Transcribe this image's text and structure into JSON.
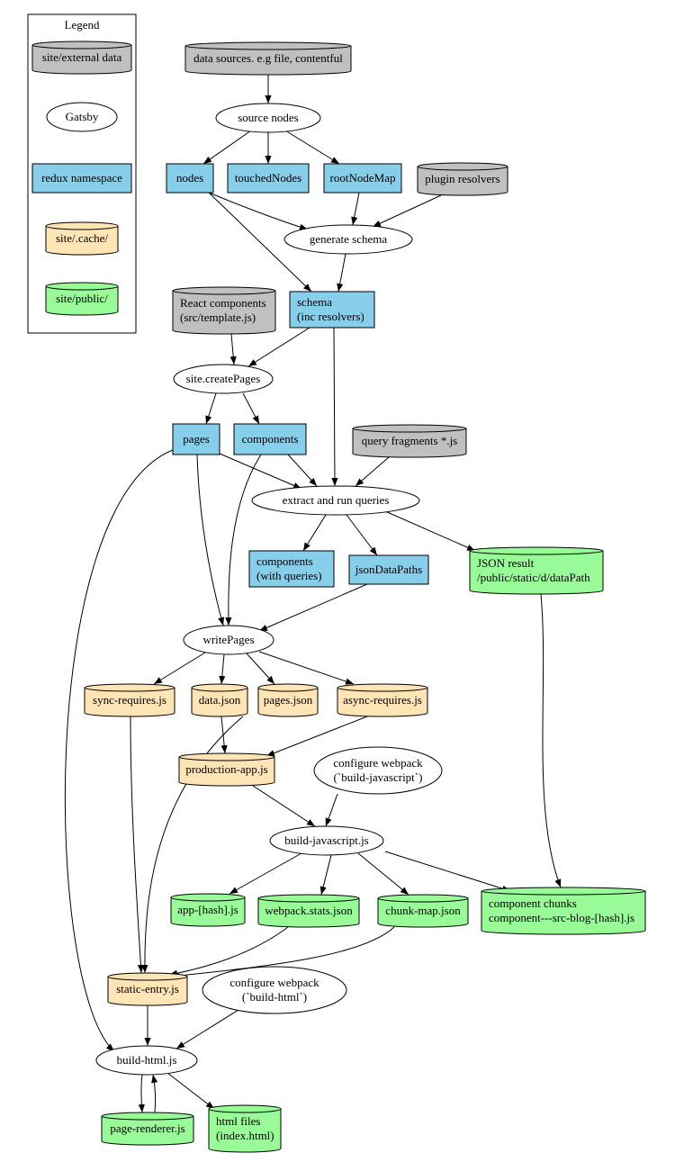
{
  "legend": {
    "title": "Legend",
    "items": [
      {
        "id": "leg-external",
        "kind": "cylinder",
        "fill": "#c0c0c0",
        "lines": [
          "site/external data"
        ]
      },
      {
        "id": "leg-gatsby",
        "kind": "ellipse",
        "fill": "#ffffff",
        "lines": [
          "Gatsby"
        ]
      },
      {
        "id": "leg-redux",
        "kind": "rect",
        "fill": "#87ceeb",
        "lines": [
          "redux namespace"
        ]
      },
      {
        "id": "leg-cache",
        "kind": "cylinder",
        "fill": "#ffe4b5",
        "lines": [
          "site/.cache/"
        ]
      },
      {
        "id": "leg-public",
        "kind": "cylinder",
        "fill": "#98fb98",
        "lines": [
          "site/public/"
        ]
      }
    ]
  },
  "colors": {
    "external": "#c0c0c0",
    "gatsby": "#ffffff",
    "redux": "#87ceeb",
    "cache": "#ffe4b5",
    "public": "#98fb98",
    "stroke": "#000000"
  },
  "nodes": [
    {
      "id": "data-sources",
      "kind": "cylinder",
      "category": "external",
      "lines": [
        "data sources. e.g file, contentful"
      ]
    },
    {
      "id": "source-nodes",
      "kind": "ellipse",
      "category": "gatsby",
      "lines": [
        "source nodes"
      ]
    },
    {
      "id": "nodes",
      "kind": "rect",
      "category": "redux",
      "lines": [
        "nodes"
      ]
    },
    {
      "id": "touched-nodes",
      "kind": "rect",
      "category": "redux",
      "lines": [
        "touchedNodes"
      ]
    },
    {
      "id": "root-node-map",
      "kind": "rect",
      "category": "redux",
      "lines": [
        "rootNodeMap"
      ]
    },
    {
      "id": "plugin-resolvers",
      "kind": "cylinder",
      "category": "external",
      "lines": [
        "plugin resolvers"
      ]
    },
    {
      "id": "generate-schema",
      "kind": "ellipse",
      "category": "gatsby",
      "lines": [
        "generate schema"
      ]
    },
    {
      "id": "react-components",
      "kind": "cylinder",
      "category": "external",
      "lines": [
        "React components",
        "(src/template.js)"
      ]
    },
    {
      "id": "schema",
      "kind": "rect",
      "category": "redux",
      "lines": [
        "schema",
        "(inc resolvers)"
      ]
    },
    {
      "id": "create-pages",
      "kind": "ellipse",
      "category": "gatsby",
      "lines": [
        "site.createPages"
      ]
    },
    {
      "id": "pages",
      "kind": "rect",
      "category": "redux",
      "lines": [
        "pages"
      ]
    },
    {
      "id": "components",
      "kind": "rect",
      "category": "redux",
      "lines": [
        "components"
      ]
    },
    {
      "id": "query-fragments",
      "kind": "cylinder",
      "category": "external",
      "lines": [
        "query fragments *.js"
      ]
    },
    {
      "id": "extract-queries",
      "kind": "ellipse",
      "category": "gatsby",
      "lines": [
        "extract and run queries"
      ]
    },
    {
      "id": "components-with-queries",
      "kind": "rect",
      "category": "redux",
      "lines": [
        "components",
        "(with queries)"
      ]
    },
    {
      "id": "json-data-paths",
      "kind": "rect",
      "category": "redux",
      "lines": [
        "jsonDataPaths"
      ]
    },
    {
      "id": "json-result",
      "kind": "cylinder",
      "category": "public",
      "lines": [
        "JSON result",
        "/public/static/d/dataPath"
      ]
    },
    {
      "id": "write-pages",
      "kind": "ellipse",
      "category": "gatsby",
      "lines": [
        "writePages"
      ]
    },
    {
      "id": "sync-requires",
      "kind": "cylinder",
      "category": "cache",
      "lines": [
        "sync-requires.js"
      ]
    },
    {
      "id": "data-json",
      "kind": "cylinder",
      "category": "cache",
      "lines": [
        "data.json"
      ]
    },
    {
      "id": "pages-json",
      "kind": "cylinder",
      "category": "cache",
      "lines": [
        "pages.json"
      ]
    },
    {
      "id": "async-requires",
      "kind": "cylinder",
      "category": "cache",
      "lines": [
        "async-requires.js"
      ]
    },
    {
      "id": "production-app",
      "kind": "cylinder",
      "category": "cache",
      "lines": [
        "production-app.js"
      ]
    },
    {
      "id": "configure-webpack-js",
      "kind": "ellipse",
      "category": "gatsby",
      "lines": [
        "configure webpack",
        "(`build-javascript`)"
      ]
    },
    {
      "id": "build-javascript",
      "kind": "ellipse",
      "category": "gatsby",
      "lines": [
        "build-javascript.js"
      ]
    },
    {
      "id": "app-hash",
      "kind": "cylinder",
      "category": "public",
      "lines": [
        "app-[hash].js"
      ]
    },
    {
      "id": "webpack-stats",
      "kind": "cylinder",
      "category": "public",
      "lines": [
        "webpack.stats.json"
      ]
    },
    {
      "id": "chunk-map",
      "kind": "cylinder",
      "category": "public",
      "lines": [
        "chunk-map.json"
      ]
    },
    {
      "id": "component-chunks",
      "kind": "cylinder",
      "category": "public",
      "lines": [
        "component chunks",
        "component---src-blog-[hash].js"
      ]
    },
    {
      "id": "static-entry",
      "kind": "cylinder",
      "category": "cache",
      "lines": [
        "static-entry.js"
      ]
    },
    {
      "id": "configure-webpack-html",
      "kind": "ellipse",
      "category": "gatsby",
      "lines": [
        "configure webpack",
        "(`build-html`)"
      ]
    },
    {
      "id": "build-html",
      "kind": "ellipse",
      "category": "gatsby",
      "lines": [
        "build-html.js"
      ]
    },
    {
      "id": "page-renderer",
      "kind": "cylinder",
      "category": "public",
      "lines": [
        "page-renderer.js"
      ]
    },
    {
      "id": "html-files",
      "kind": "cylinder",
      "category": "public",
      "lines": [
        "html files",
        "(index.html)"
      ]
    }
  ],
  "edges": [
    {
      "from": "data-sources",
      "to": "source-nodes"
    },
    {
      "from": "source-nodes",
      "to": "nodes"
    },
    {
      "from": "source-nodes",
      "to": "touched-nodes"
    },
    {
      "from": "source-nodes",
      "to": "root-node-map"
    },
    {
      "from": "nodes",
      "to": "generate-schema"
    },
    {
      "from": "nodes",
      "to": "schema"
    },
    {
      "from": "root-node-map",
      "to": "generate-schema"
    },
    {
      "from": "plugin-resolvers",
      "to": "generate-schema"
    },
    {
      "from": "generate-schema",
      "to": "schema"
    },
    {
      "from": "react-components",
      "to": "create-pages"
    },
    {
      "from": "schema",
      "to": "create-pages"
    },
    {
      "from": "schema",
      "to": "extract-queries"
    },
    {
      "from": "create-pages",
      "to": "pages"
    },
    {
      "from": "create-pages",
      "to": "components"
    },
    {
      "from": "pages",
      "to": "extract-queries"
    },
    {
      "from": "pages",
      "to": "write-pages"
    },
    {
      "from": "pages",
      "to": "build-html"
    },
    {
      "from": "components",
      "to": "extract-queries"
    },
    {
      "from": "components",
      "to": "write-pages"
    },
    {
      "from": "query-fragments",
      "to": "extract-queries"
    },
    {
      "from": "extract-queries",
      "to": "components-with-queries"
    },
    {
      "from": "extract-queries",
      "to": "json-data-paths"
    },
    {
      "from": "extract-queries",
      "to": "json-result"
    },
    {
      "from": "json-data-paths",
      "to": "write-pages"
    },
    {
      "from": "json-result",
      "to": "component-chunks"
    },
    {
      "from": "write-pages",
      "to": "sync-requires"
    },
    {
      "from": "write-pages",
      "to": "data-json"
    },
    {
      "from": "write-pages",
      "to": "pages-json"
    },
    {
      "from": "write-pages",
      "to": "async-requires"
    },
    {
      "from": "data-json",
      "to": "production-app"
    },
    {
      "from": "data-json",
      "to": "static-entry"
    },
    {
      "from": "async-requires",
      "to": "production-app"
    },
    {
      "from": "sync-requires",
      "to": "static-entry"
    },
    {
      "from": "production-app",
      "to": "build-javascript"
    },
    {
      "from": "configure-webpack-js",
      "to": "build-javascript"
    },
    {
      "from": "build-javascript",
      "to": "app-hash"
    },
    {
      "from": "build-javascript",
      "to": "webpack-stats"
    },
    {
      "from": "build-javascript",
      "to": "chunk-map"
    },
    {
      "from": "build-javascript",
      "to": "component-chunks"
    },
    {
      "from": "webpack-stats",
      "to": "static-entry"
    },
    {
      "from": "chunk-map",
      "to": "static-entry"
    },
    {
      "from": "static-entry",
      "to": "build-html"
    },
    {
      "from": "configure-webpack-html",
      "to": "build-html"
    },
    {
      "from": "build-html",
      "to": "page-renderer"
    },
    {
      "from": "page-renderer",
      "to": "build-html"
    },
    {
      "from": "build-html",
      "to": "html-files"
    }
  ]
}
